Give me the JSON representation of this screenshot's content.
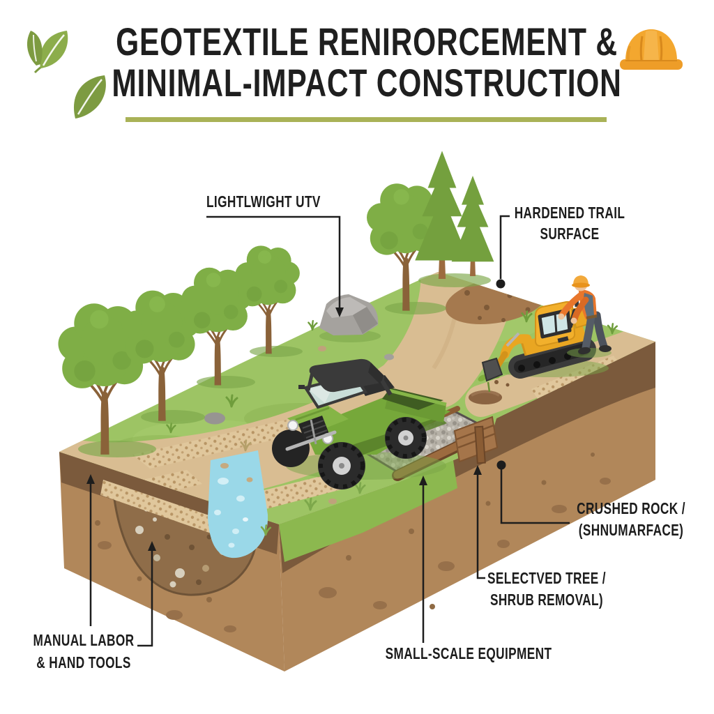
{
  "header": {
    "title_line1": "GEOTEXTILE RENIRORCEMENT &",
    "title_line2": "MINIMAL-IMPACT CONSTRUCTION"
  },
  "annotations": {
    "lightweight_utv": {
      "text": "LIGHTLWIGHT UTV"
    },
    "hardened_trail": {
      "line1": "HARDENED TRAIL",
      "line2": "SURFACE"
    },
    "crushed_rock": {
      "line1": "CRUSHED ROCK /",
      "line2": "(SHNUMARFACE)"
    },
    "tree_removal": {
      "line1": "SELECTVED TREE /",
      "line2": "SHRUB REMOVAL)"
    },
    "small_scale_equipment": {
      "text": "SMALL-SCALE EQUIPMENT"
    },
    "manual_labor": {
      "line1": "MANUAL LABOR",
      "line2": "& HAND TOOLS"
    }
  },
  "icons": {
    "top_left": "leaf-icon",
    "top_right": "hard-hat-icon"
  },
  "colors": {
    "background": "#ffffff",
    "title_text": "#1f1f1f",
    "label_text": "#1c1c1c",
    "accent_underline": "#a9b257",
    "leaf_green": "#8cad4b",
    "hard_hat_orange": "#f3a72f",
    "grass": "#9dc464",
    "trail_tan": "#d9bd92",
    "topsoil_brown": "#7b5a3c",
    "subsoil_brown": "#b1875a",
    "water_blue": "#9ad8e8",
    "gravel_gray": "#b7b2a8",
    "timber_brown": "#9c6b3f",
    "utv_green": "#76a83a",
    "excavator_yellow": "#f2b02c",
    "worker_shirt_orange": "#e8762b",
    "leader_line": "#1d1d1d"
  }
}
